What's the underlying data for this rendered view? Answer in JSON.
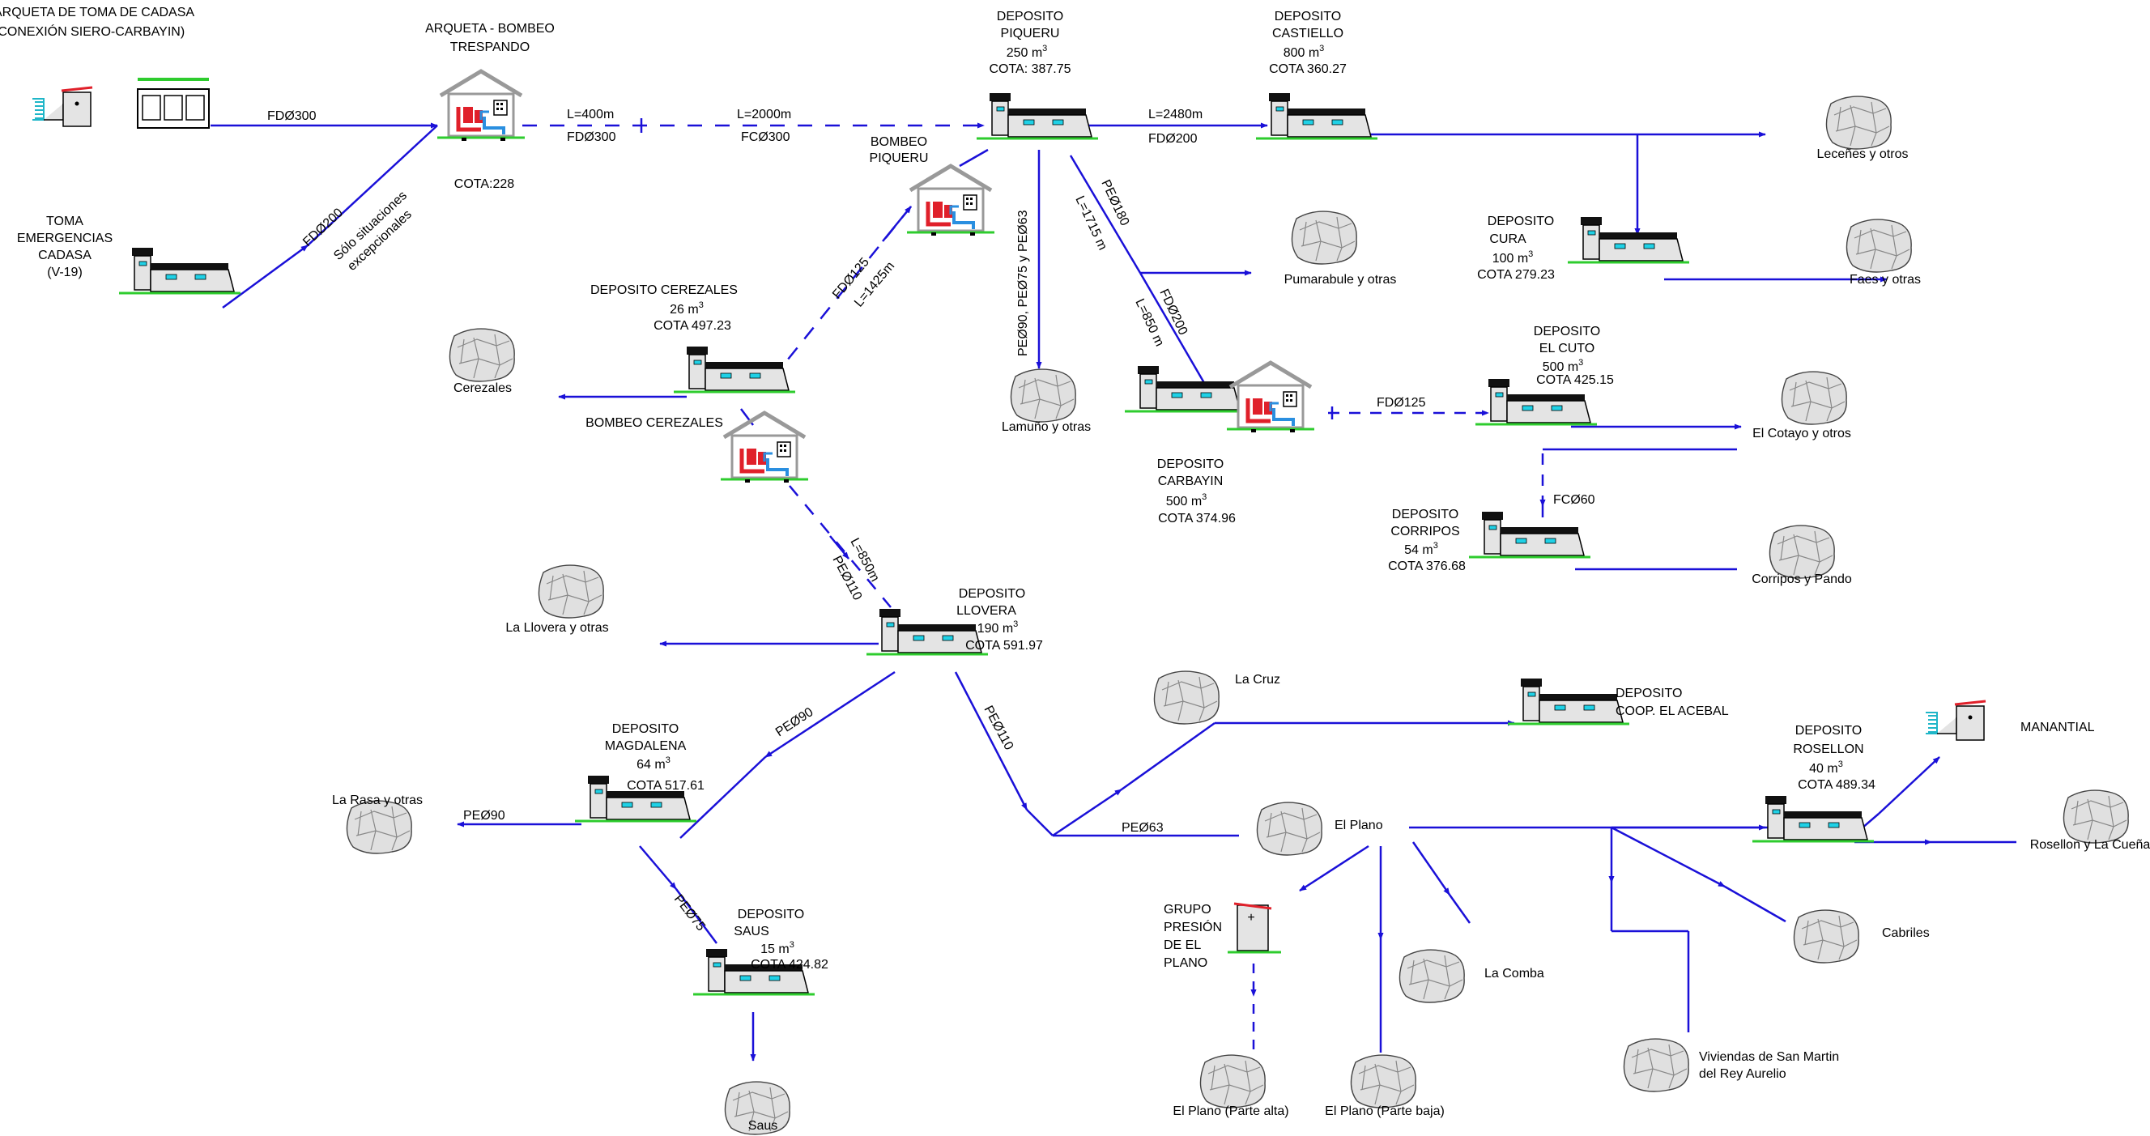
{
  "colors": {
    "pipe": "#1a10d8",
    "ground": "#2ecc2e",
    "tank_window": "#1fd1e6",
    "tank_body": "#e4e4e4",
    "roof": "#111111",
    "pump_red": "#e0202a",
    "pump_blue": "#2a8fe0",
    "village": "#d8d8d8"
  },
  "header": {
    "line1": "ARQUETA DE TOMA DE CADASA",
    "line2": "(CONEXIÓN SIERO-CARBAYIN)"
  },
  "nodes": {
    "arqueta": {
      "l1": "ARQUETA - BOMBEO",
      "l2": "TRESPANDO",
      "cota": "COTA:228"
    },
    "toma": {
      "l1": "TOMA",
      "l2": "EMERGENCIAS",
      "l3": "CADASA",
      "l4": "(V-19)"
    },
    "piqueru": {
      "l1": "DEPOSITO",
      "l2": "PIQUERU",
      "vol": "250 m",
      "cota": "COTA:  387.75"
    },
    "castiello": {
      "l1": "DEPOSITO",
      "l2": "CASTIELLO",
      "vol": "800 m",
      "cota": "COTA 360.27"
    },
    "bombeo_piqueru": {
      "l1": "BOMBEO",
      "l2": "PIQUERU"
    },
    "cura": {
      "l1": "DEPOSITO",
      "l2": "CURA",
      "vol": "100 m",
      "cota": "COTA 279.23"
    },
    "cerezales": {
      "l1": "DEPOSITO  CEREZALES",
      "vol": "26 m",
      "cota": "COTA 497.23"
    },
    "bombeo_cerezales": {
      "l1": "BOMBEO CEREZALES"
    },
    "carbayin": {
      "l1": "DEPOSITO",
      "l2": "CARBAYIN",
      "vol": "500 m",
      "cota": "COTA 374.96"
    },
    "cuto": {
      "l1": "DEPOSITO",
      "l2": "EL CUTO",
      "vol": "500 m",
      "cota": "COTA 425.15"
    },
    "corripos": {
      "l1": "DEPOSITO",
      "l2": "CORRIPOS",
      "vol": "54 m",
      "cota": "COTA 376.68"
    },
    "llovera": {
      "l1": "DEPOSITO",
      "l2": "LLOVERA",
      "vol": "190 m",
      "cota": "COTA 591.97"
    },
    "acebal": {
      "l1": "DEPOSITO",
      "l2": "COOP. EL ACEBAL"
    },
    "magdalena": {
      "l1": "DEPOSITO",
      "l2": "MAGDALENA",
      "vol": "64 m",
      "cota": "COTA 517.61"
    },
    "saus": {
      "l1": "DEPOSITO",
      "l2": "SAUS",
      "vol": "15 m",
      "cota": "COTA 424.82"
    },
    "rosellon": {
      "l1": "DEPOSITO",
      "l2": "ROSELLON",
      "vol": "40 m",
      "cota": "COTA 489.34"
    },
    "manantial": {
      "l1": "MANANTIAL"
    },
    "grupo": {
      "l1": "GRUPO",
      "l2": "PRESIÓN",
      "l3": "DE EL",
      "l4": "PLANO"
    },
    "sup3": "3"
  },
  "pipes": {
    "fd300a": "FDØ300",
    "fd200": "FDØ200",
    "solo1": "Sólo situaciones",
    "solo2": "excepcionales",
    "l400": "L=400m",
    "fd300b": "FDØ300",
    "l2000": "L=2000m",
    "fc300": "FCØ300",
    "l2480": "L=2480m",
    "fd200b": "FDØ200",
    "pe90_75_63": "PEØ90, PEØ75 y PEØ63",
    "l1715": "L=1715 m",
    "pe180": "PEØ180",
    "fd200c": "FDØ200",
    "l850a": "L=850 m",
    "fd125a": "FDØ125",
    "l1425": "L=1425m",
    "fd125b": "FDØ125",
    "fc60": "FCØ60",
    "l850b": "L=850m",
    "pe110a": "PEØ110",
    "pe90a": "PEØ90",
    "pe110b": "PEØ110",
    "pe90b": "PEØ90",
    "pe75": "PEØ75",
    "pe63": "PEØ63"
  },
  "villages": {
    "lecenes": "Leceñes y otros",
    "pumarabule": "Pumarabule y otras",
    "faes": "Faes y otras",
    "cerezales": "Cerezales",
    "lamuno": "Lamuño y otras",
    "cotayo": "El Cotayo y otros",
    "corripos": "Corripos y Pando",
    "llovera": "La Llovera y otras",
    "lacruz": "La Cruz",
    "larasa": "La Rasa y otras",
    "elplano": "El Plano",
    "rosellon": "Rosellon y La Cueña",
    "cabriles": "Cabriles",
    "lacomba": "La Comba",
    "sanmartin1": "Viviendas de San Martin",
    "sanmartin2": "del Rey Aurelio",
    "planoalta": "El Plano (Parte alta)",
    "planobaja": "El Plano (Parte baja)",
    "saus": "Saus"
  }
}
